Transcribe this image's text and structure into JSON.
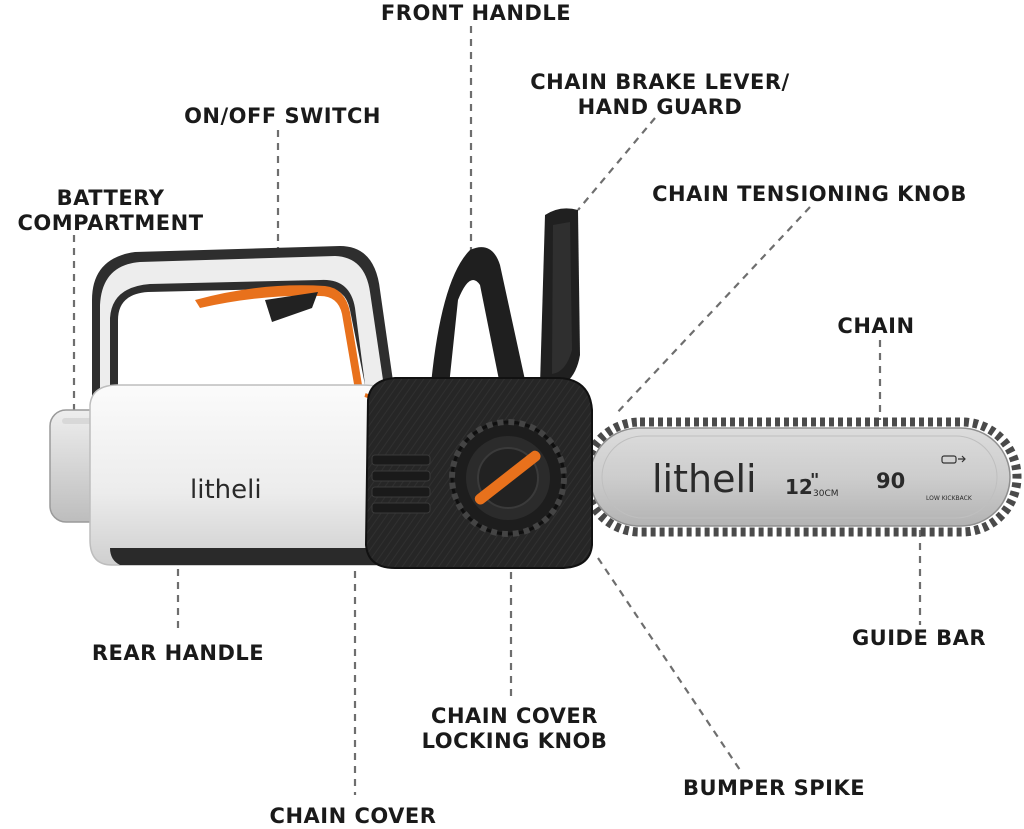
{
  "labels": {
    "front_handle": "FRONT HANDLE",
    "chain_brake_1": "CHAIN BRAKE LEVER/",
    "chain_brake_2": "HAND GUARD",
    "on_off_switch": "ON/OFF SWITCH",
    "battery_1": "BATTERY",
    "battery_2": "COMPARTMENT",
    "tension_knob": "CHAIN TENSIONING KNOB",
    "chain": "CHAIN",
    "rear_handle": "REAR HANDLE",
    "guide_bar": "GUIDE BAR",
    "locking_knob_1": "CHAIN COVER",
    "locking_knob_2": "LOCKING KNOB",
    "bumper_spike": "BUMPER SPIKE",
    "chain_cover": "CHAIN COVER"
  },
  "product": {
    "brand": "litheli",
    "bar_brand": "litheli",
    "bar_length": "12",
    "bar_length_unit": "\"",
    "bar_metric": "30CM",
    "bar_code": "90",
    "bar_note": "LOW KICKBACK"
  },
  "colors": {
    "accent": "#e8711c",
    "body_dark": "#2a2a2a",
    "body_light": "#f2f2f2",
    "bar": "#c9c9c9",
    "leader": "#6e6e6e"
  }
}
